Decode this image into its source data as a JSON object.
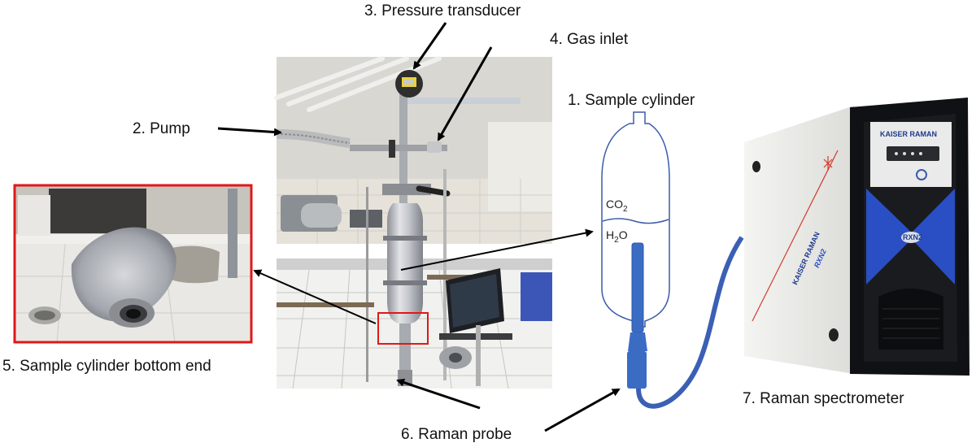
{
  "labels": {
    "pressure_transducer": "3. Pressure transducer",
    "gas_inlet": "4. Gas inlet",
    "sample_cylinder": "1. Sample cylinder",
    "pump": "2. Pump",
    "bottom_end": "5. Sample cylinder bottom end",
    "raman_probe": "6. Raman probe",
    "raman_spectrometer": "7. Raman spectrometer"
  },
  "cylinder": {
    "gas_phase_base": "CO",
    "gas_phase_sub": "2",
    "liquid_phase_base": "H",
    "liquid_phase_sub": "2",
    "liquid_phase_tail": "O"
  },
  "spectrometer": {
    "brand_front": "KAISER RAMAN",
    "brand_side": "KAISER RAMAN",
    "model_side": "RXN2",
    "badge": "RXN2"
  },
  "colors": {
    "schematic_line": "#3a5ca8",
    "probe_fill": "#3b6cc4",
    "highlight_box": "#e01818",
    "spectrometer_blue": "#2a4fc4"
  }
}
